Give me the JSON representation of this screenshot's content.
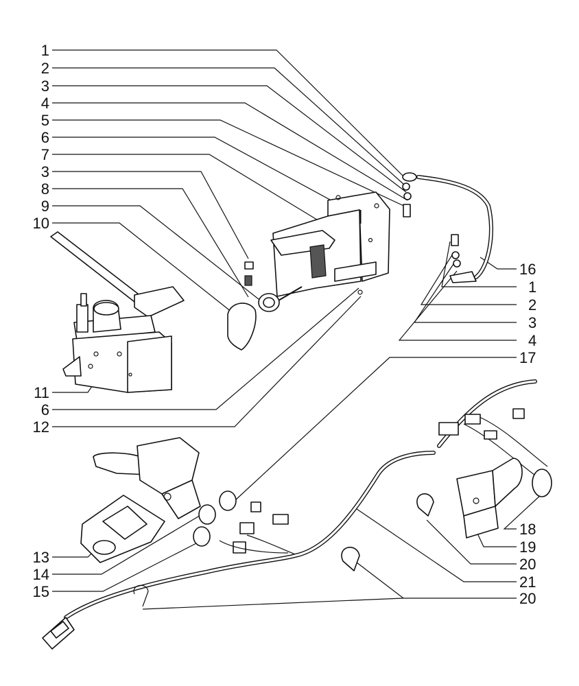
{
  "figure": {
    "callouts": [
      {
        "id": "c1",
        "text": "1"
      },
      {
        "id": "c2",
        "text": "2"
      },
      {
        "id": "c3",
        "text": "3"
      },
      {
        "id": "c4",
        "text": "4"
      },
      {
        "id": "c5",
        "text": "5"
      },
      {
        "id": "c6",
        "text": "6"
      },
      {
        "id": "c7",
        "text": "7"
      },
      {
        "id": "c3b",
        "text": "3"
      },
      {
        "id": "c8",
        "text": "8"
      },
      {
        "id": "c9",
        "text": "9"
      },
      {
        "id": "c10",
        "text": "10"
      },
      {
        "id": "c16",
        "text": "16"
      },
      {
        "id": "c1b",
        "text": "1"
      },
      {
        "id": "c2b",
        "text": "2"
      },
      {
        "id": "c3c",
        "text": "3"
      },
      {
        "id": "c4b",
        "text": "4"
      },
      {
        "id": "c17",
        "text": "17"
      },
      {
        "id": "c11",
        "text": "11"
      },
      {
        "id": "c6b",
        "text": "6"
      },
      {
        "id": "c12",
        "text": "12"
      },
      {
        "id": "c18",
        "text": "18"
      },
      {
        "id": "c19",
        "text": "19"
      },
      {
        "id": "c13",
        "text": "13"
      },
      {
        "id": "c20",
        "text": "20"
      },
      {
        "id": "c14",
        "text": "14"
      },
      {
        "id": "c21",
        "text": "21"
      },
      {
        "id": "c15",
        "text": "15"
      },
      {
        "id": "c20b",
        "text": "20"
      }
    ]
  }
}
